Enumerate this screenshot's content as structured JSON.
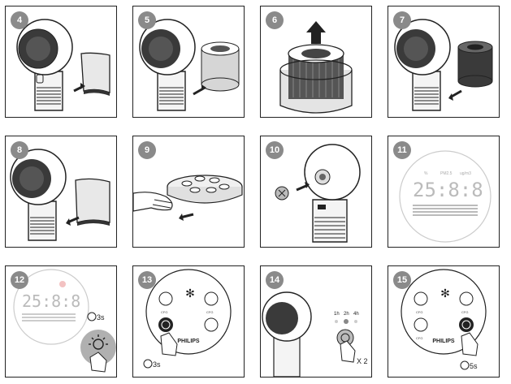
{
  "steps": [
    {
      "number": "4"
    },
    {
      "number": "5"
    },
    {
      "number": "6"
    },
    {
      "number": "7"
    },
    {
      "number": "8"
    },
    {
      "number": "9"
    },
    {
      "number": "10"
    },
    {
      "number": "11"
    },
    {
      "number": "12"
    },
    {
      "number": "13"
    },
    {
      "number": "14"
    },
    {
      "number": "15"
    }
  ],
  "display": {
    "digits": "25:8:8",
    "indicator_left": "%",
    "indicator_mid": "PM2.5",
    "indicator_right": "ug/m3"
  },
  "step12": {
    "timer": "3s"
  },
  "step13": {
    "timer": "3s",
    "brand": "PHILIPS",
    "label_auto": "CFG",
    "label_light": "CFG"
  },
  "step14": {
    "timers": [
      "1h",
      "2h",
      "4h"
    ],
    "multiplier": "X 2"
  },
  "step15": {
    "timer": "5s",
    "brand": "PHILIPS",
    "label_auto": "CFG",
    "label_light": "CFG",
    "label_timer": "CFG"
  },
  "colors": {
    "badge": "#8a8a8a",
    "line": "#222222",
    "grey": "#c8c8c8"
  }
}
